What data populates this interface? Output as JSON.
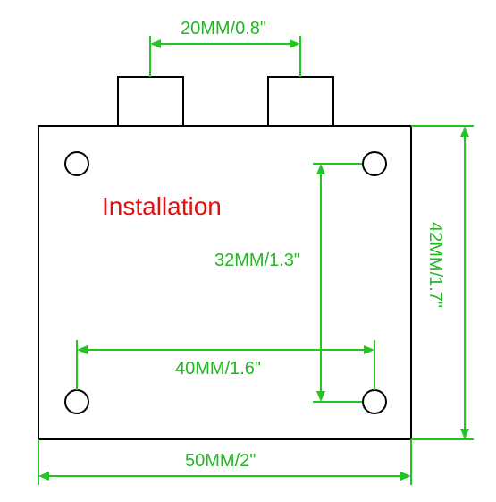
{
  "diagram": {
    "title": "Installation",
    "colors": {
      "outline": "#000000",
      "dimension": "#22c422",
      "title": "#e01010"
    },
    "dimensions": {
      "connector_spacing": "20MM/0.8\"",
      "hole_vertical_spacing": "32MM/1.3\"",
      "hole_horizontal_spacing": "40MM/1.6\"",
      "body_height": "42MM/1.7\"",
      "body_width": "50MM/2\""
    }
  }
}
